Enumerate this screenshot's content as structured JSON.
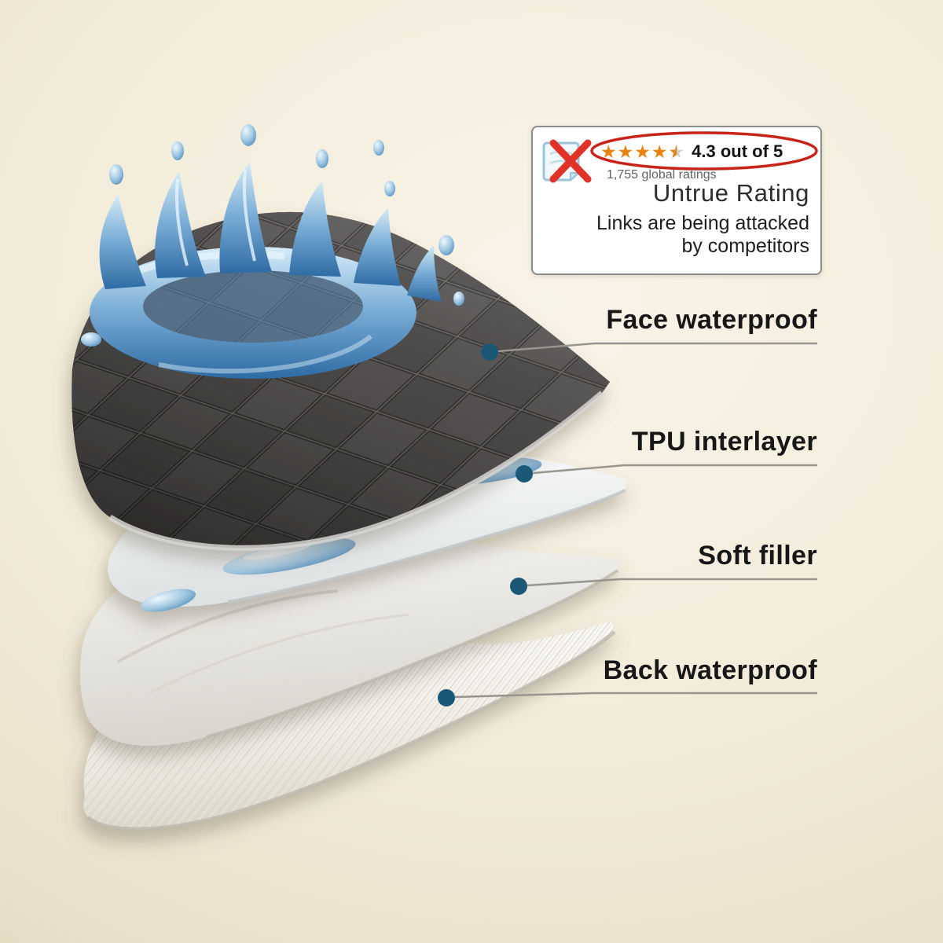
{
  "meta": {
    "background_color": "#f3ecda",
    "description": "Product layer diagram of a waterproof quilted protector with rating warning callout"
  },
  "diagram": {
    "labels": [
      {
        "text": "Face waterproof"
      },
      {
        "text": "TPU interlayer"
      },
      {
        "text": "Soft filler"
      },
      {
        "text": "Back waterproof"
      }
    ],
    "dot_color": "#1a5876",
    "line_color": "#97968e"
  },
  "callout": {
    "stars_shown": 4.5,
    "rating_text": "4.3 out of 5",
    "ratings_count": "1,755 global ratings",
    "title": "Untrue Rating",
    "message_line1": "Links are being attacked",
    "message_line2": "by competitors",
    "star_color": "#e8820c",
    "circle_color": "#c8241a",
    "x_color": "#e03226"
  },
  "icons": {
    "star": "★"
  }
}
